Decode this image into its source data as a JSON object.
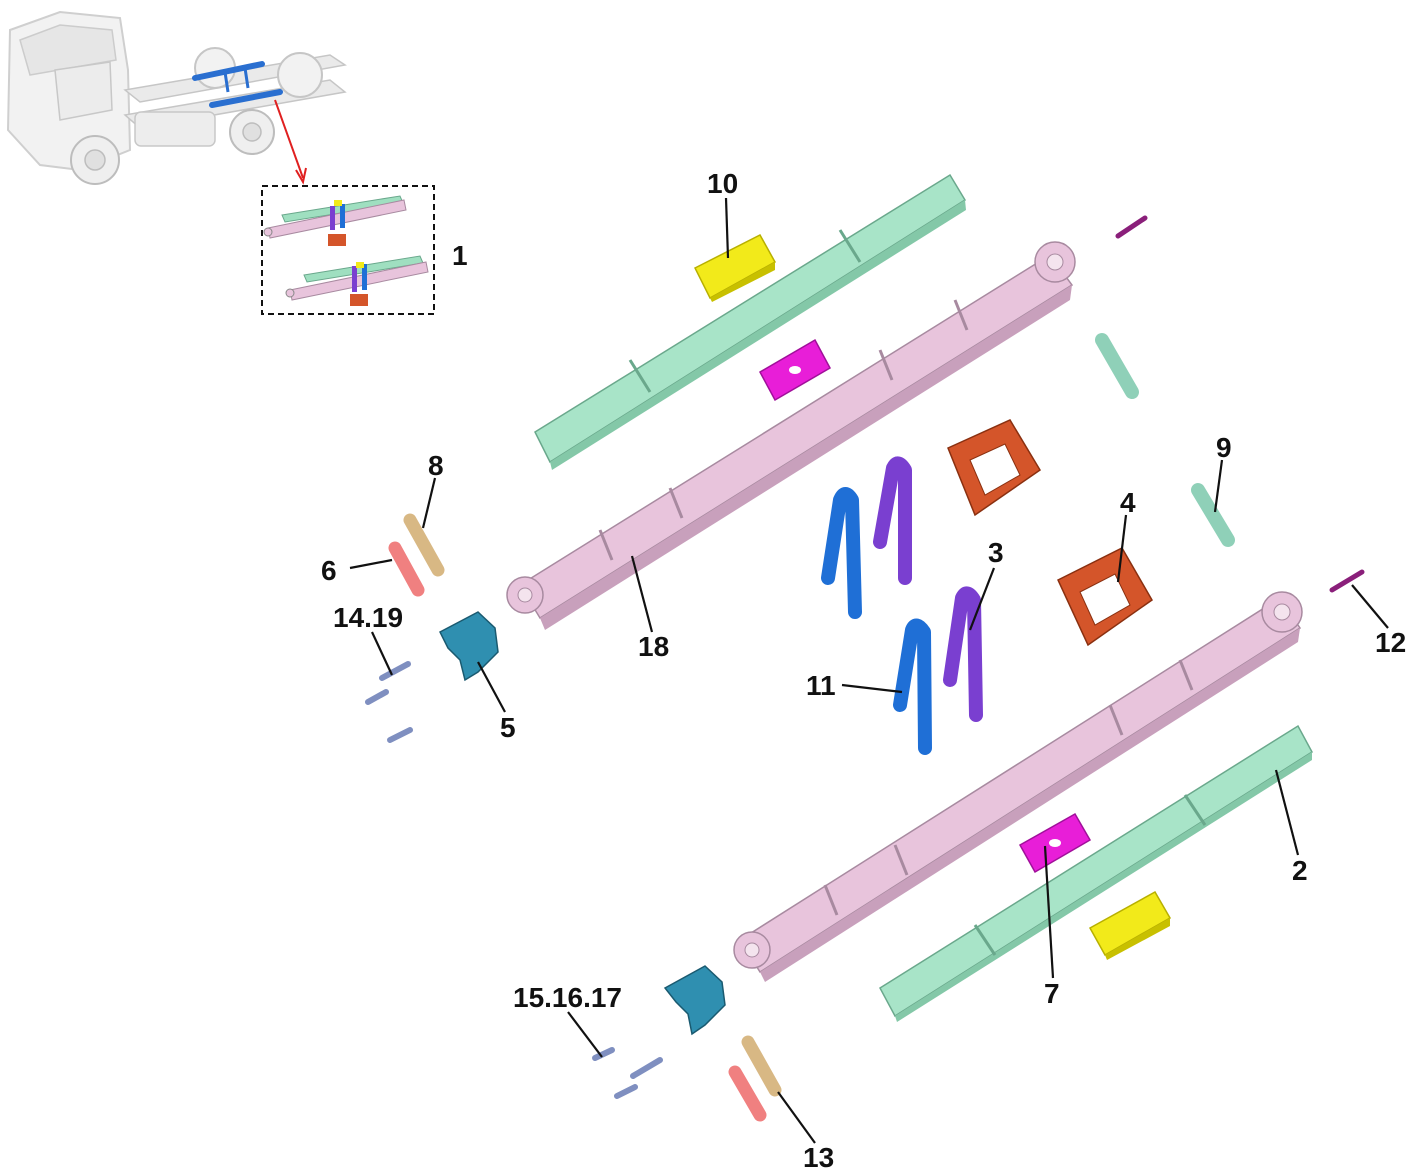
{
  "diagram": {
    "callouts": {
      "c1": "1",
      "c2": "2",
      "c3": "3",
      "c4": "4",
      "c5": "5",
      "c6": "6",
      "c7": "7",
      "c8": "8",
      "c9": "9",
      "c10": "10",
      "c11": "11",
      "c12": "12",
      "c13": "13",
      "c14_19": "14.19",
      "c15_16_17": "15.16.17",
      "c18": "18"
    },
    "colors": {
      "leaf_spring_main": "#e8c4dc",
      "leaf_spring_helper": "#9fdfc0",
      "u_bolt_blue": "#1f6fd6",
      "u_bolt_purple": "#7a3fd0",
      "spring_seat": "#d4552a",
      "bump_stop": "#f2ea1a",
      "spacer_plate": "#e81ed8",
      "shackle_bracket": "#2f8fb0",
      "pin_red": "#f08080",
      "pin_tan": "#d8b884",
      "pin_green": "#8fd0b8",
      "bolt": "#7f8fc0",
      "bolt_purple": "#8a1f7a",
      "arrow": "#e02020"
    }
  }
}
